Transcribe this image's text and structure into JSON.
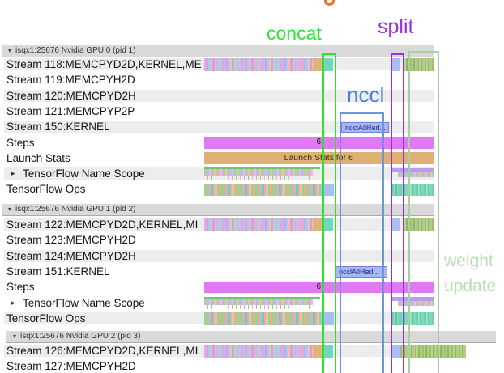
{
  "annotations": {
    "concat": {
      "label": "concat",
      "color": "#2be42b"
    },
    "split": {
      "label": "split",
      "color": "#9a2fe0"
    },
    "nccl": {
      "label": "nccl",
      "color": "#4a80d9"
    },
    "weight_update": {
      "line1": "weight",
      "line2": "update",
      "color": "#b9ddb2"
    },
    "clipped_top_glyph_color": "#f4732c"
  },
  "icons": {
    "collapse": "▾",
    "expand": "▸"
  },
  "colors": {
    "steps_bar": "#e07af2",
    "launch_stats_bar": "#ddb172",
    "nccl_event": "#a9b8f2",
    "row_alt_background": "#ededed",
    "section_header_background": "#d9d9d9"
  },
  "sections": [
    {
      "header": {
        "label": "isqx1:25676 Nvidia GPU 0 (pid 1)"
      },
      "rows": [
        {
          "label": "Stream 118:MEMCPYD2D,KERNEL,ME"
        },
        {
          "label": "Stream 119:MEMCPYH2D"
        },
        {
          "label": "Stream 120:MEMCPYD2H"
        },
        {
          "label": "Stream 121:MEMCPYP2P"
        },
        {
          "label": "Stream 150:KERNEL"
        },
        {
          "label": "Steps"
        },
        {
          "label": "Launch Stats"
        },
        {
          "label": "TensorFlow Name Scope"
        },
        {
          "label": "TensorFlow Ops"
        }
      ],
      "events": {
        "steps": "6",
        "launch_stats": "Launch Stats for 6",
        "nccl": "ncclAllRed..."
      }
    },
    {
      "header": {
        "label": "isqx1:25676 Nvidia GPU 1 (pid 2)"
      },
      "rows": [
        {
          "label": "Stream 122:MEMCPYD2D,KERNEL,MI"
        },
        {
          "label": "Stream 123:MEMCPYH2D"
        },
        {
          "label": "Stream 124:MEMCPYD2H"
        },
        {
          "label": "Stream 151:KERNEL"
        },
        {
          "label": "Steps"
        },
        {
          "label": "TensorFlow Name Scope"
        },
        {
          "label": "TensorFlow Ops"
        }
      ],
      "events": {
        "steps": "6",
        "nccl": "ncclAllRed..."
      }
    },
    {
      "header": {
        "label": "isqx1:25676 Nvidia GPU 2 (pid 3)"
      },
      "rows": [
        {
          "label": "Stream 126:MEMCPYD2D,KERNEL,MI"
        },
        {
          "label": "Stream 127:MEMCPYH2D"
        }
      ]
    }
  ]
}
